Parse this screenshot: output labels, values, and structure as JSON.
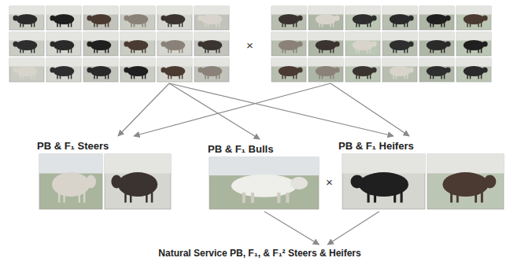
{
  "diagram": {
    "nodes": [
      {
        "text": [
          "PB & F₁ Steers"
        ]
      },
      {
        "text": [
          "PB & F₁ Bulls"
        ]
      },
      {
        "text": [
          "PB & F₁ Heifers"
        ]
      },
      {
        "text": [
          "Natural Service PB, F₁, & F₁² Steers & Heifers"
        ]
      }
    ],
    "edges": [
      {
        "from": 1,
        "to": 3,
        "arrow": "to"
      },
      {
        "from": 2,
        "to": 3,
        "arrow": "to"
      }
    ],
    "labels": [
      "×",
      "×"
    ]
  }
}
